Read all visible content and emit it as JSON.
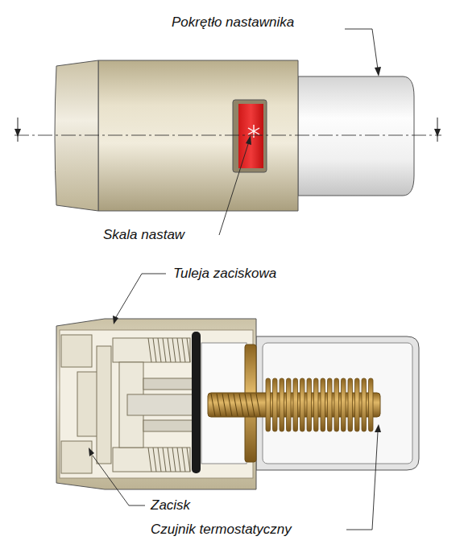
{
  "diagram": {
    "labels": [
      "Pokrętło nastawnika",
      "Skala nastaw",
      "Tuleja zaciskowa",
      "Zacisk",
      "Czujnik termostatyczny"
    ]
  }
}
